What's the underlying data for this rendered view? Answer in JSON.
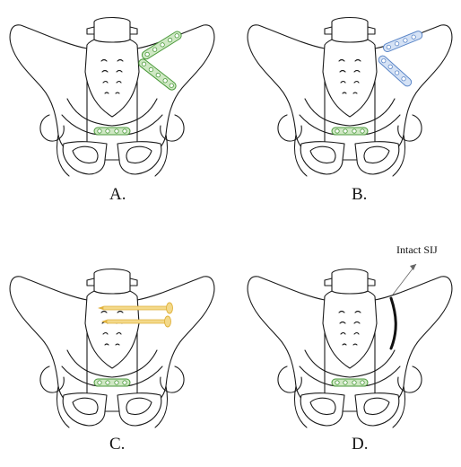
{
  "panels": [
    {
      "id": "A",
      "caption": "A.",
      "fixation": "green-plates-posterior",
      "has_screws": false,
      "has_intact_sij": false
    },
    {
      "id": "B",
      "caption": "B.",
      "fixation": "blue-plates-posterior",
      "has_screws": false,
      "has_intact_sij": false
    },
    {
      "id": "C",
      "caption": "C.",
      "fixation": "iliosacral-screws",
      "has_screws": true,
      "has_intact_sij": false
    },
    {
      "id": "D",
      "caption": "D.",
      "fixation": "symphysis-plate-only",
      "has_screws": false,
      "has_intact_sij": true
    }
  ],
  "callout": {
    "label": "Intact SIJ"
  },
  "colors": {
    "outline": "#1a1a1a",
    "plate_green": "#4a9a3a",
    "plate_green_fill": "#cfe8c4",
    "plate_blue": "#5b86c8",
    "plate_blue_fill": "#d5e2f5",
    "screw_gold": "#e0b23c",
    "screw_gold_fill": "#f3d98a",
    "sij_line": "#111111"
  }
}
